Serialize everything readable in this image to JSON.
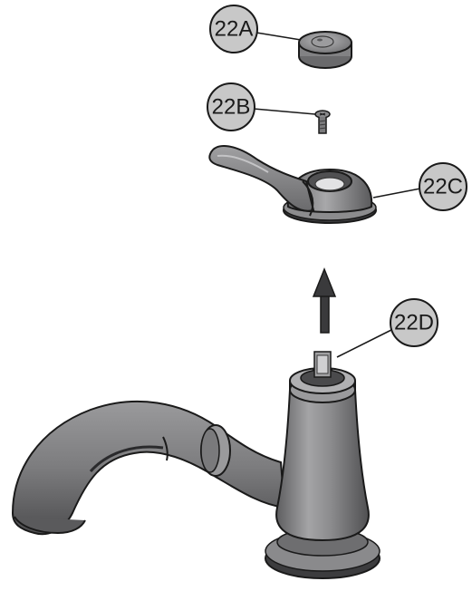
{
  "callouts": {
    "c22a": "22A",
    "c22b": "22B",
    "c22c": "22C",
    "c22d": "22D"
  },
  "colors": {
    "metal_dark": "#6e6e70",
    "metal_mid": "#8e8e90",
    "metal_light": "#b4b4b6",
    "callout_fill": "#c8c8c8",
    "outline": "#1a1a1a"
  },
  "icons": {
    "arrow": "up-arrow-icon"
  }
}
